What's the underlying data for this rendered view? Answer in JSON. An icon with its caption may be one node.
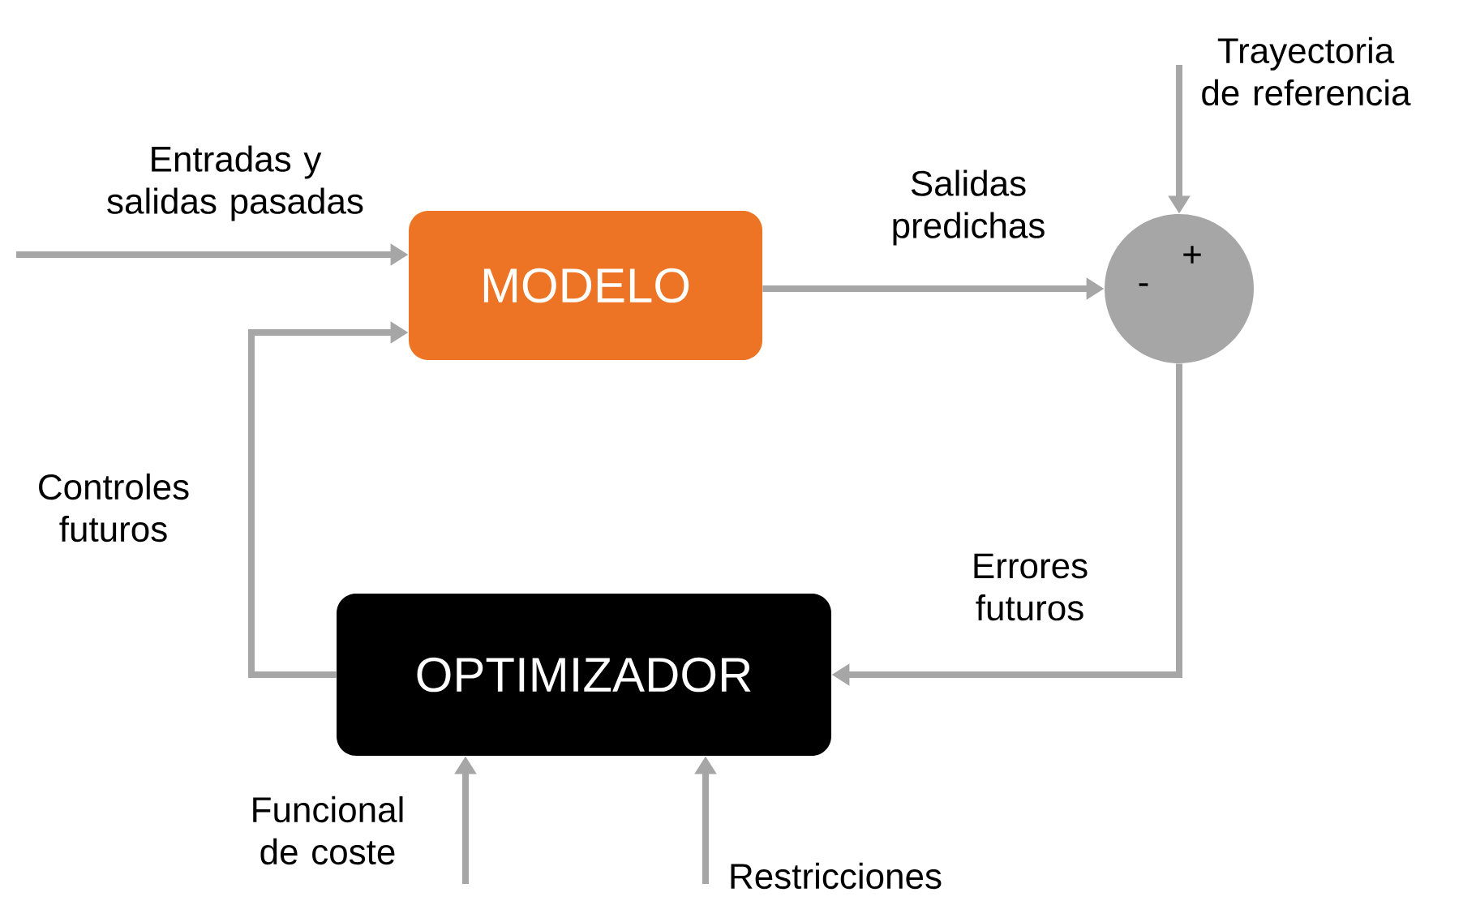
{
  "diagram": {
    "nodes": [
      {
        "text": [
          "MODELO"
        ]
      },
      {
        "text": [
          "+",
          "-"
        ]
      },
      {
        "text": [
          "OPTIMIZADOR"
        ]
      }
    ],
    "edges": [
      {
        "from": null,
        "to": 0,
        "arrow": "to",
        "label": "Entradas y salidas pasadas"
      },
      {
        "from": 0,
        "to": 1,
        "arrow": "to",
        "label": "Salidas predichas"
      },
      {
        "from": null,
        "to": 1,
        "arrow": "to",
        "label": "Trayectoria de referencia"
      },
      {
        "from": 1,
        "to": 2,
        "arrow": "to",
        "label": "Errores futuros"
      },
      {
        "from": 2,
        "to": 0,
        "arrow": "to",
        "label": "Controles futuros"
      },
      {
        "from": null,
        "to": 2,
        "arrow": "to",
        "label": "Funcional de coste"
      },
      {
        "from": null,
        "to": 2,
        "arrow": "to",
        "label": "Restricciones"
      }
    ]
  }
}
